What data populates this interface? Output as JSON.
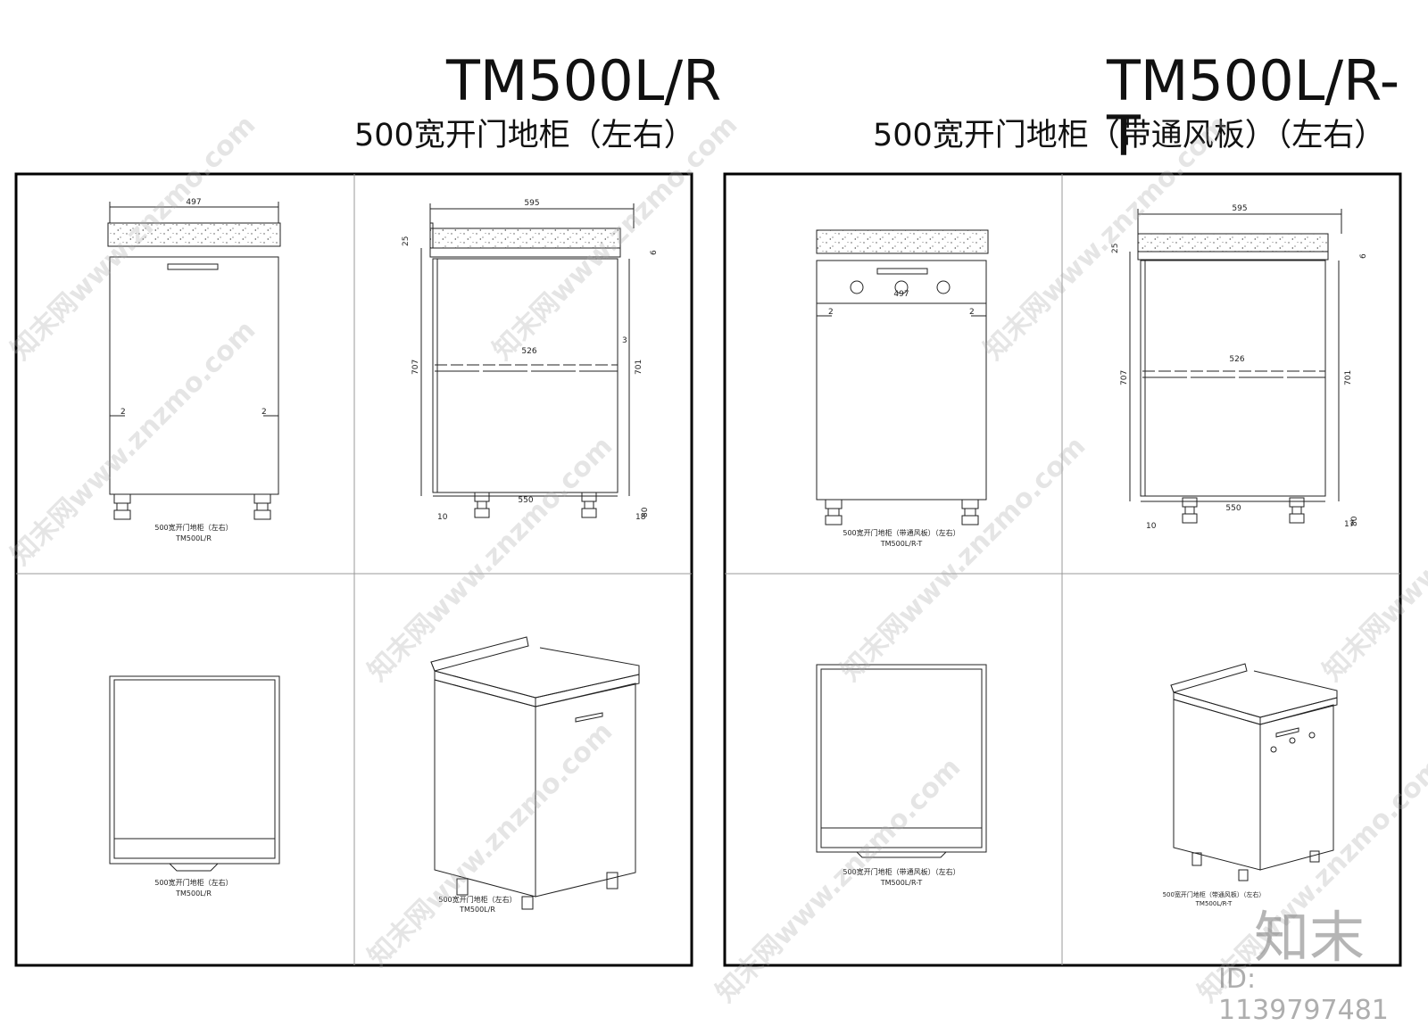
{
  "left": {
    "code": "TM500L/R",
    "subtitle": "500宽开门地柜（左右）",
    "caption_name": "500宽开门地柜（左右）",
    "caption_code": "TM500L/R"
  },
  "right": {
    "code": "TM500L/R-T",
    "subtitle": "500宽开门地柜（带通风板）（左右）",
    "caption_name": "500宽开门地柜（带通风板）（左右）",
    "caption_code": "TM500L/R-T"
  },
  "dims": {
    "front_width": "497",
    "side_width": "595",
    "top_thickness": "25",
    "top_overhang": "6",
    "height": "707",
    "inner_height": "701",
    "shelf_depth": "526",
    "depth": "550",
    "gap": "2",
    "shelf_gap": "3",
    "foot_offset": "10",
    "foot_height": "80",
    "plinth": "17",
    "plinth2": "18"
  },
  "watermark": "知末网www.znzmo.com",
  "brand": "知末",
  "id_label": "ID: 1139797481"
}
